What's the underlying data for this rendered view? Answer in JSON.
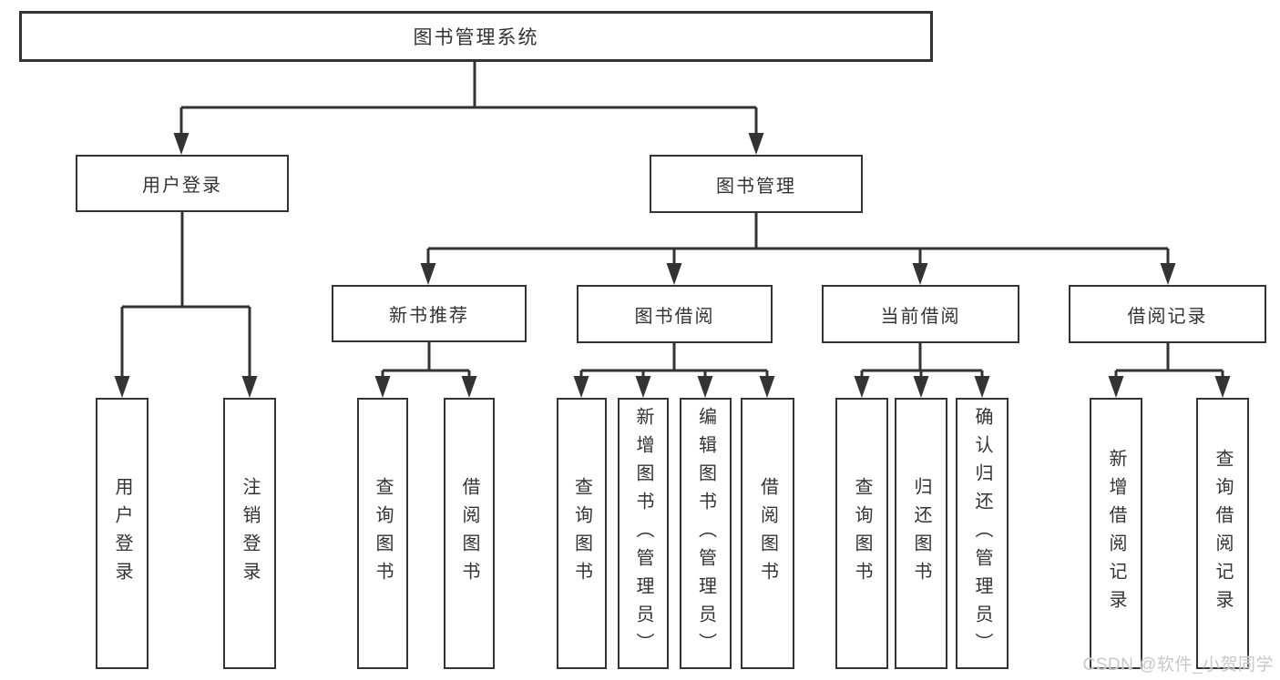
{
  "nodes": {
    "root": "图书管理系统",
    "user_login": "用户登录",
    "book_mgmt": "图书管理",
    "new_book_rec": "新书推荐",
    "book_borrow": "图书借阅",
    "current_borrow": "当前借阅",
    "borrow_records": "借阅记录",
    "leaf_user_login": "用户登录",
    "leaf_logout": "注销登录",
    "leaf_nbr_query_book": "查询图书",
    "leaf_nbr_borrow_book": "借阅图书",
    "leaf_bb_query_book": "查询图书",
    "leaf_bb_add_book": "新增图书（管理员）",
    "leaf_bb_edit_book": "编辑图书（管理员）",
    "leaf_bb_borrow_book": "借阅图书",
    "leaf_cb_query_book": "查询图书",
    "leaf_cb_return_book": "归还图书",
    "leaf_cb_confirm_return": "确认归还（管理员）",
    "leaf_br_add_record": "新增借阅记录",
    "leaf_br_query_record": "查询借阅记录"
  },
  "hierarchy": {
    "图书管理系统": {
      "用户登录": [
        "用户登录",
        "注销登录"
      ],
      "图书管理": {
        "新书推荐": [
          "查询图书",
          "借阅图书"
        ],
        "图书借阅": [
          "查询图书",
          "新增图书（管理员）",
          "编辑图书（管理员）",
          "借阅图书"
        ],
        "当前借阅": [
          "查询图书",
          "归还图书",
          "确认归还（管理员）"
        ],
        "借阅记录": [
          "新增借阅记录",
          "查询借阅记录"
        ]
      }
    }
  },
  "watermark": "CSDN @软件_小贺同学",
  "colors": {
    "line": "#333333",
    "text": "#333333",
    "box_background": "#ffffff",
    "watermark": "#c8c8c8",
    "background": "#ffffff"
  }
}
